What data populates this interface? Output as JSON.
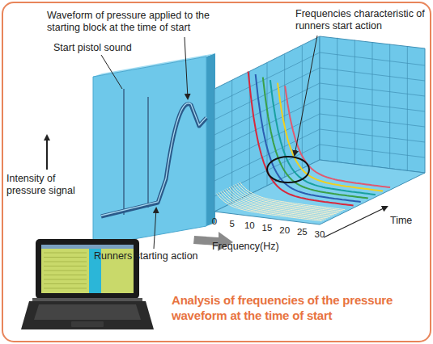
{
  "diagram": {
    "caption": "Analysis of frequencies of the pressure waveform at the time of start",
    "labels": [
      "Waveform of pressure applied to the starting block at the time of start",
      "Start pistol sound",
      "Intensity of pressure signal",
      "Runners starting action",
      "Frequencies characteristic of runners start action",
      "Time",
      "Frequency(Hz)",
      "0",
      "5",
      "10",
      "15",
      "20",
      "25",
      "30"
    ]
  }
}
